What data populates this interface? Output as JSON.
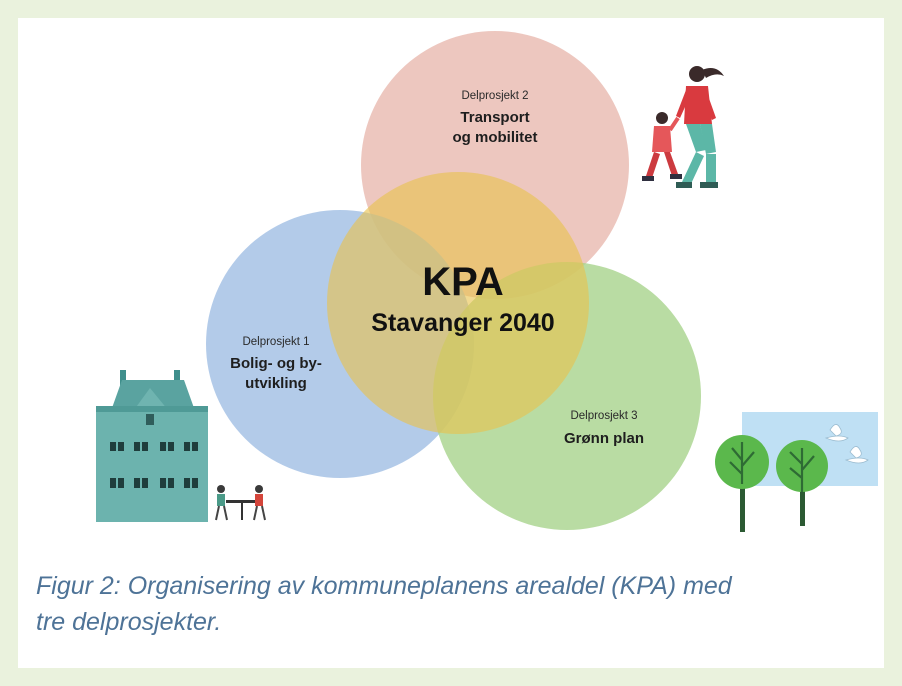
{
  "center": {
    "title": "KPA",
    "subtitle": "Stavanger 2040"
  },
  "subprojects": [
    {
      "label": "Delprosjekt 1",
      "name_line1": "Bolig- og by-",
      "name_line2": "utvikling",
      "color": "#9dbde3"
    },
    {
      "label": "Delprosjekt 2",
      "name_line1": "Transport",
      "name_line2": "og mobilitet",
      "color": "#e8b7ad"
    },
    {
      "label": "Delprosjekt 3",
      "name_line1": "Grønn plan",
      "name_line2": "",
      "color": "#a8d38c"
    }
  ],
  "colors": {
    "center_circle": "#e8c24d",
    "caption": "#4e7397",
    "frame": "#eaf2dd"
  },
  "illustrations": [
    "building-icon",
    "cafe-people-icon",
    "walking-family-icon",
    "trees-and-swans-icon"
  ],
  "caption_line1": "Figur 2: Organisering av kommuneplanens arealdel (KPA) med",
  "caption_line2": "tre delprosjekter."
}
